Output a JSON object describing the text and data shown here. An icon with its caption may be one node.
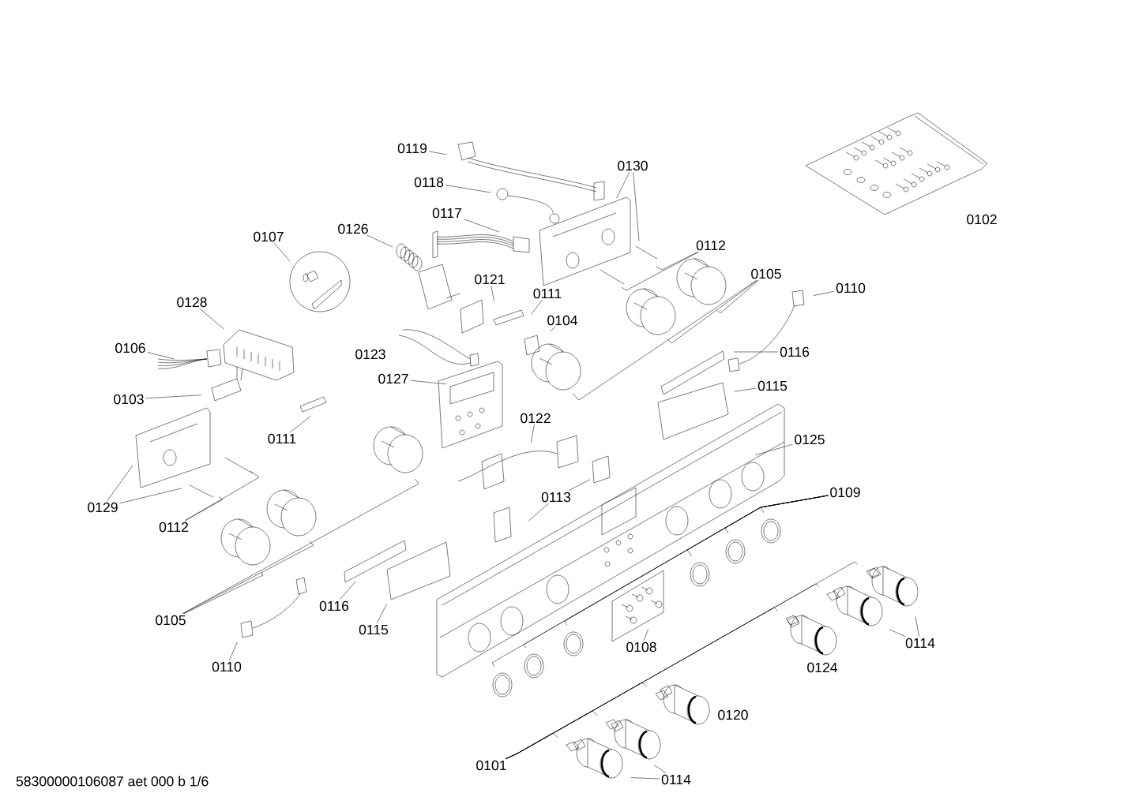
{
  "diagram": {
    "nodes": [
      {
        "text": [
          "0119"
        ]
      },
      {
        "text": [
          "0130"
        ]
      },
      {
        "text": [
          "0118"
        ]
      },
      {
        "text": [
          "0117"
        ]
      },
      {
        "text": [
          "0126"
        ]
      },
      {
        "text": [
          "0107"
        ]
      },
      {
        "text": [
          "0112"
        ]
      },
      {
        "text": [
          "0105"
        ]
      },
      {
        "text": [
          "0121"
        ]
      },
      {
        "text": [
          "0110"
        ]
      },
      {
        "text": [
          "0111"
        ]
      },
      {
        "text": [
          "0128"
        ]
      },
      {
        "text": [
          "0104"
        ]
      },
      {
        "text": [
          "0106"
        ]
      },
      {
        "text": [
          "0116"
        ]
      },
      {
        "text": [
          "0127"
        ]
      },
      {
        "text": [
          "0115"
        ]
      },
      {
        "text": [
          "0103"
        ]
      },
      {
        "text": [
          "0122"
        ]
      },
      {
        "text": [
          "0111"
        ]
      },
      {
        "text": [
          "0125"
        ]
      },
      {
        "text": [
          "0109"
        ]
      },
      {
        "text": [
          "0113"
        ]
      },
      {
        "text": [
          "0129"
        ]
      },
      {
        "text": [
          "0112"
        ]
      },
      {
        "text": [
          "0116"
        ]
      },
      {
        "text": [
          "0105"
        ]
      },
      {
        "text": [
          "0115"
        ]
      },
      {
        "text": [
          "0114"
        ]
      },
      {
        "text": [
          "0108"
        ]
      },
      {
        "text": [
          "0110"
        ]
      },
      {
        "text": [
          "0101"
        ]
      },
      {
        "text": [
          "0114"
        ]
      }
    ],
    "edges": [
      {
        "from": 0,
        "to": null,
        "arrow": "none"
      },
      {
        "from": 1,
        "to": null,
        "arrow": "none"
      },
      {
        "from": 1,
        "to": null,
        "arrow": "none"
      },
      {
        "from": 2,
        "to": null,
        "arrow": "none"
      },
      {
        "from": 3,
        "to": null,
        "arrow": "none"
      },
      {
        "from": 4,
        "to": null,
        "arrow": "none"
      },
      {
        "from": 5,
        "to": null,
        "arrow": "none"
      },
      {
        "from": 6,
        "to": null,
        "arrow": "none"
      },
      {
        "from": 6,
        "to": null,
        "arrow": "none"
      },
      {
        "from": 7,
        "to": null,
        "arrow": "none"
      },
      {
        "from": 7,
        "to": null,
        "arrow": "none"
      },
      {
        "from": 7,
        "to": null,
        "arrow": "none"
      },
      {
        "from": 8,
        "to": null,
        "arrow": "none"
      },
      {
        "from": 9,
        "to": null,
        "arrow": "none"
      },
      {
        "from": 10,
        "to": null,
        "arrow": "none"
      },
      {
        "from": 11,
        "to": null,
        "arrow": "none"
      },
      {
        "from": 12,
        "to": null,
        "arrow": "none"
      },
      {
        "from": 13,
        "to": null,
        "arrow": "none"
      },
      {
        "from": 14,
        "to": null,
        "arrow": "none"
      },
      {
        "from": 15,
        "to": null,
        "arrow": "none"
      },
      {
        "from": 16,
        "to": null,
        "arrow": "none"
      },
      {
        "from": 17,
        "to": null,
        "arrow": "none"
      },
      {
        "from": 18,
        "to": null,
        "arrow": "none"
      },
      {
        "from": 19,
        "to": null,
        "arrow": "none"
      },
      {
        "from": 20,
        "to": null,
        "arrow": "none"
      },
      {
        "from": 21,
        "to": null,
        "arrow": "none"
      },
      {
        "from": 21,
        "to": null,
        "arrow": "none"
      },
      {
        "from": 21,
        "to": null,
        "arrow": "none"
      },
      {
        "from": 21,
        "to": null,
        "arrow": "none"
      },
      {
        "from": 21,
        "to": null,
        "arrow": "none"
      },
      {
        "from": 21,
        "to": null,
        "arrow": "none"
      },
      {
        "from": 22,
        "to": null,
        "arrow": "none"
      },
      {
        "from": 22,
        "to": null,
        "arrow": "none"
      },
      {
        "from": 23,
        "to": null,
        "arrow": "none"
      },
      {
        "from": 23,
        "to": null,
        "arrow": "none"
      },
      {
        "from": 24,
        "to": null,
        "arrow": "none"
      },
      {
        "from": 24,
        "to": null,
        "arrow": "none"
      },
      {
        "from": 26,
        "to": null,
        "arrow": "none"
      },
      {
        "from": 26,
        "to": null,
        "arrow": "none"
      },
      {
        "from": 26,
        "to": null,
        "arrow": "none"
      },
      {
        "from": 25,
        "to": null,
        "arrow": "none"
      },
      {
        "from": 27,
        "to": null,
        "arrow": "none"
      },
      {
        "from": 28,
        "to": null,
        "arrow": "none"
      },
      {
        "from": 28,
        "to": null,
        "arrow": "none"
      },
      {
        "from": 29,
        "to": null,
        "arrow": "none"
      },
      {
        "from": 30,
        "to": null,
        "arrow": "none"
      },
      {
        "from": 31,
        "to": null,
        "arrow": "none"
      },
      {
        "from": 31,
        "to": null,
        "arrow": "none"
      },
      {
        "from": 31,
        "to": null,
        "arrow": "none"
      },
      {
        "from": 31,
        "to": null,
        "arrow": "none"
      },
      {
        "from": 31,
        "to": null,
        "arrow": "none"
      },
      {
        "from": 31,
        "to": null,
        "arrow": "none"
      },
      {
        "from": 32,
        "to": null,
        "arrow": "none"
      },
      {
        "from": 32,
        "to": null,
        "arrow": "none"
      }
    ],
    "labels": [
      "0102",
      "0123",
      "0124",
      "0120",
      "58300000106087 aet 000 b 1/6"
    ]
  }
}
